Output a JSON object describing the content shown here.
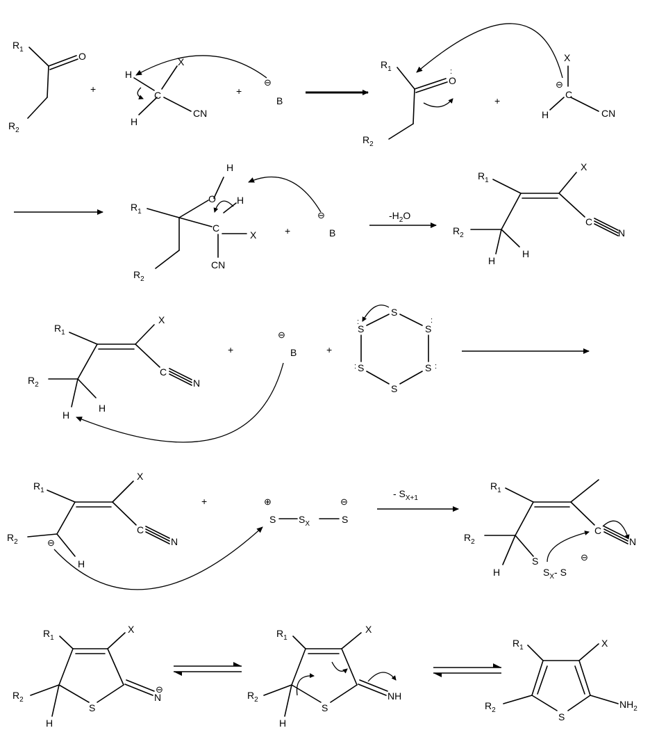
{
  "labels": {
    "r": "R",
    "s1": "1",
    "s2": "2",
    "o": "O",
    "h": "H",
    "x": "X",
    "cn": "CN",
    "c": "C",
    "b": "B",
    "n": "N",
    "nh": "NH",
    "nh2_base": "NH",
    "nh2_sub": "2",
    "s": "S",
    "sx_s": "S",
    "sx_sub": "X",
    "plus": "+",
    "minus": "⊖",
    "pos": "⊕",
    "lone_pair": ":",
    "minus_sign": "-"
  },
  "conditions": {
    "dehydration_pre": "-H",
    "dehydration_sub": "2",
    "dehydration_post": "O",
    "sulfur_loss_pre": "- S",
    "sulfur_loss_sub": "X+1"
  }
}
